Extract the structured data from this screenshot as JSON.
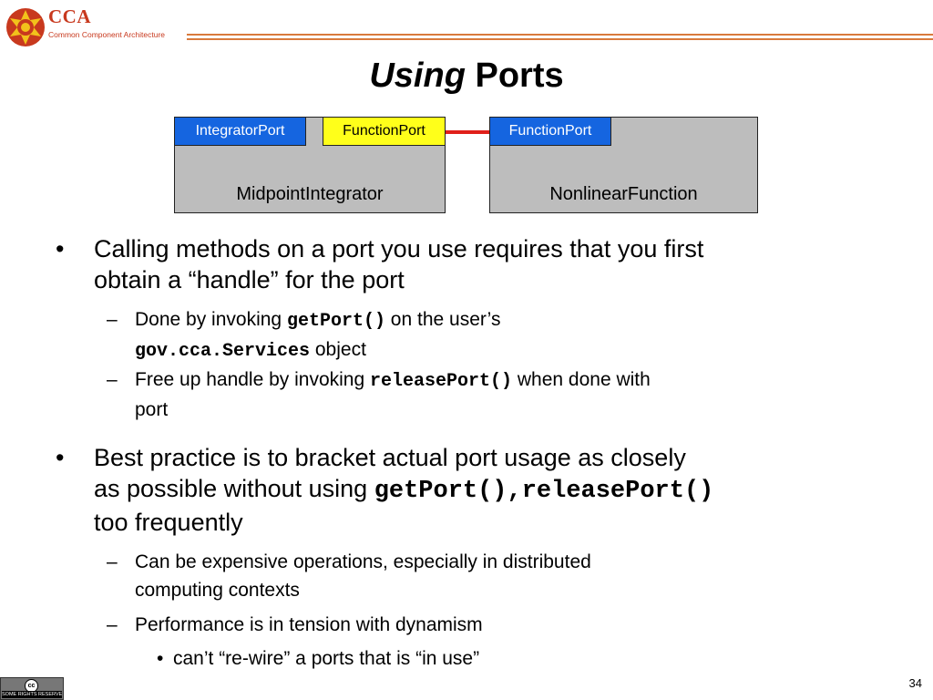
{
  "header": {
    "logo_text": "CCA",
    "logo_subtitle": "Common Component Architecture",
    "accent_color": "#c8391e",
    "rule_color": "#d97a3c"
  },
  "title": {
    "emphasis": "Using",
    "rest": "Ports"
  },
  "diagram": {
    "components": [
      {
        "name": "MidpointIntegrator",
        "provides_port": "IntegratorPort",
        "uses_port": "FunctionPort"
      },
      {
        "name": "NonlinearFunction",
        "provides_port": "FunctionPort"
      }
    ],
    "colors": {
      "component": "#bdbdbd",
      "provides_port": "#1565e0",
      "uses_port": "#ffff1a",
      "connection": "#e0201a"
    }
  },
  "bullets": {
    "b1": {
      "marker": "•",
      "line1": "Calling methods on a port you use requires that you first",
      "line2": "obtain a “handle” for the port",
      "subs": {
        "s1": {
          "marker": "–",
          "pre": "Done by invoking ",
          "code1": "getPort()",
          "mid": " on the user’s",
          "code2": "gov.cca.Services",
          "post": " object"
        },
        "s2": {
          "marker": "–",
          "pre": "Free up handle by invoking ",
          "code": "releasePort()",
          "post": " when done with",
          "line2": "port"
        }
      }
    },
    "b2": {
      "marker": "•",
      "line1": "Best practice is to bracket actual port usage as closely",
      "line2_pre": "as possible without using ",
      "code": "getPort(),releasePort()",
      "line3": "too frequently",
      "subs": {
        "s1": {
          "marker": "–",
          "line1": "Can be expensive operations, especially in distributed",
          "line2": "computing contexts"
        },
        "s2": {
          "marker": "–",
          "text": "Performance is in tension with dynamism",
          "subsub": {
            "marker": "•",
            "text": "can’t “re-wire” a ports that is “in use”"
          }
        }
      }
    }
  },
  "footer": {
    "license_badge": "SOME RIGHTS RESERVED",
    "license_icon": "cc",
    "page_number": "34"
  }
}
